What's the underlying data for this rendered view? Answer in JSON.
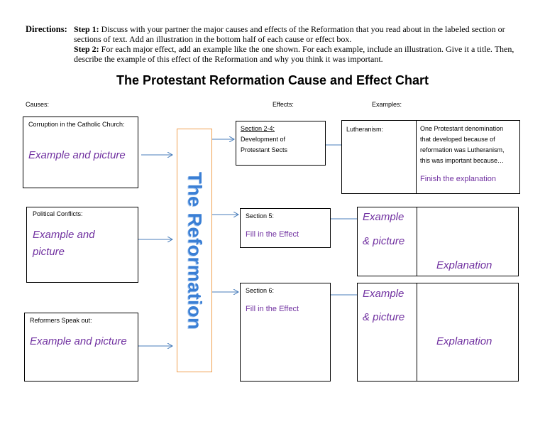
{
  "directions": {
    "label": "Directions:",
    "step1_label": "Step 1:",
    "step1_text": " Discuss with your partner the major causes and effects of the Reformation that you read about in the labeled section or sections of text. Add an illustration in the bottom half of each cause or effect box.",
    "step2_label": "Step 2:",
    "step2_text": " For each major effect, add an example like the one shown. For each example, include an illustration. Give it a title. Then, describe the example of this effect of the Reformation and why you think it was important."
  },
  "title": "The Protestant Reformation Cause and Effect Chart",
  "headers": {
    "causes": "Causes:",
    "effects": "Effects:",
    "examples": "Examples:"
  },
  "causes": [
    {
      "label": "Corruption in the Catholic Church:",
      "prompt": "Example and picture"
    },
    {
      "label": "Political Conflicts:",
      "prompt_line1": "Example and",
      "prompt_line2": "picture"
    },
    {
      "label": "Reformers Speak out:",
      "prompt": "Example and picture"
    }
  ],
  "center": {
    "label": "The Reformation"
  },
  "effects": [
    {
      "section": "Section 2-4:",
      "text_line1": "Development of",
      "text_line2": "Protestant Sects"
    },
    {
      "section": "Section 5:",
      "prompt": "Fill in the Effect"
    },
    {
      "section": "Section 6:",
      "prompt": "Fill in the Effect"
    }
  ],
  "examples": [
    {
      "title": "Lutheranism:",
      "explanation_lines": [
        "One Protestant denomination",
        "that developed because of",
        "reformation was Lutheranism,",
        "this was important because…"
      ],
      "prompt": "Finish the explanation"
    },
    {
      "prompt_line1": "Example",
      "prompt_line2": "& picture",
      "explanation": "Explanation"
    },
    {
      "prompt_line1": "Example",
      "prompt_line2": "& picture",
      "explanation": "Explanation"
    }
  ],
  "colors": {
    "prompt_purple": "#7030a0",
    "reformation_blue": "#3a7fd5",
    "reformation_border": "#f0a050",
    "arrow_blue": "#4a7ebb"
  }
}
